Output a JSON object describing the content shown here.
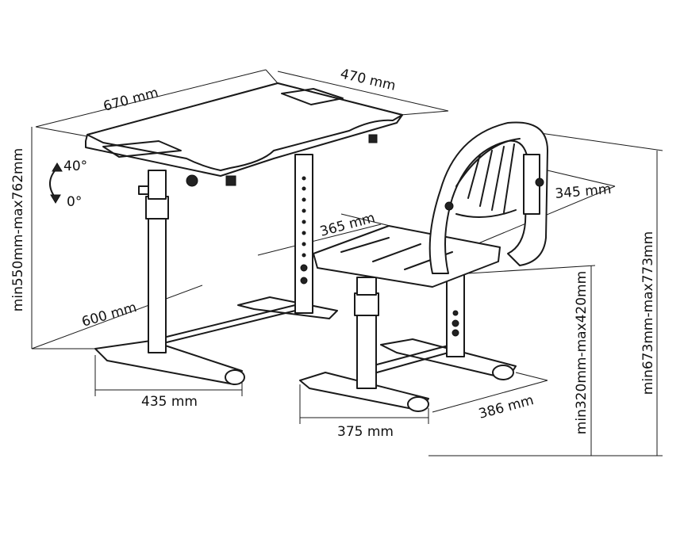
{
  "dimensions": {
    "desk_width": "670 mm",
    "desk_depth": "470 mm",
    "tilt_max": "40°",
    "tilt_min": "0°",
    "desk_height": "min550mm-max762mm",
    "desk_leg_span": "600 mm",
    "desk_foot_width": "435 mm",
    "seat_width": "365 mm",
    "seat_depth": "345 mm",
    "chair_foot_width": "375 mm",
    "chair_foot_depth": "386 mm",
    "seat_height": "min320mm-max420mm",
    "chair_height": "min673mm-max773mm"
  },
  "colors": {
    "line": "#1a1a1a",
    "background": "#ffffff"
  }
}
